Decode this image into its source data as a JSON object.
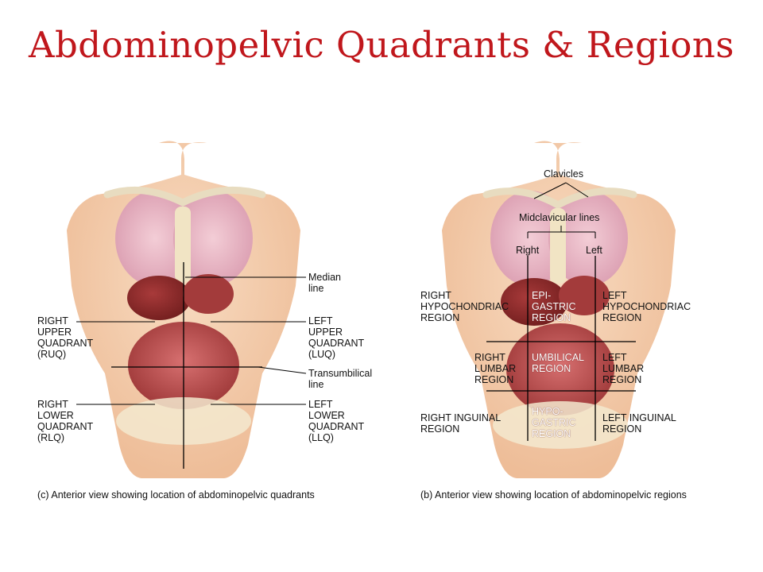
{
  "title": "Abdominopelvic Quadrants & Regions",
  "quadrants_panel": {
    "caption": "(c) Anterior view showing location of abdominopelvic quadrants",
    "labels": {
      "median": "Median\nline",
      "ruq": "RIGHT\nUPPER\nQUADRANT\n(RUQ)",
      "luq": "LEFT\nUPPER\nQUADRANT\n(LUQ)",
      "transumbilical": "Transumbilical\nline",
      "rlq": "RIGHT\nLOWER\nQUADRANT\n(RLQ)",
      "llq": "LEFT\nLOWER\nQUADRANT\n(LLQ)"
    }
  },
  "regions_panel": {
    "caption": "(b) Anterior view showing location of abdominopelvic regions",
    "labels": {
      "clavicles": "Clavicles",
      "midclavicular": "Midclavicular lines",
      "right": "Right",
      "left": "Left",
      "right_hypochondriac": "RIGHT\nHYPOCHONDRIAC\nREGION",
      "epigastric": "EPI-\nGASTRIC\nREGION",
      "left_hypochondriac": "LEFT\nHYPOCHONDRIAC\nREGION",
      "right_lumbar": "RIGHT\nLUMBAR\nREGION",
      "umbilical": "UMBILICAL\nREGION",
      "left_lumbar": "LEFT\nLUMBAR\nREGION",
      "right_inguinal": "RIGHT INGUINAL\nREGION",
      "hypogastric": "HYPO-\nGASTRIC\nREGION",
      "left_inguinal": "LEFT INGUINAL\nREGION"
    }
  },
  "colors": {
    "title": "#c0171c",
    "skin": "#f3c9a6",
    "organ": "#b84a4a",
    "lung": "#e9b7c4",
    "bone": "#f2e6c8"
  }
}
